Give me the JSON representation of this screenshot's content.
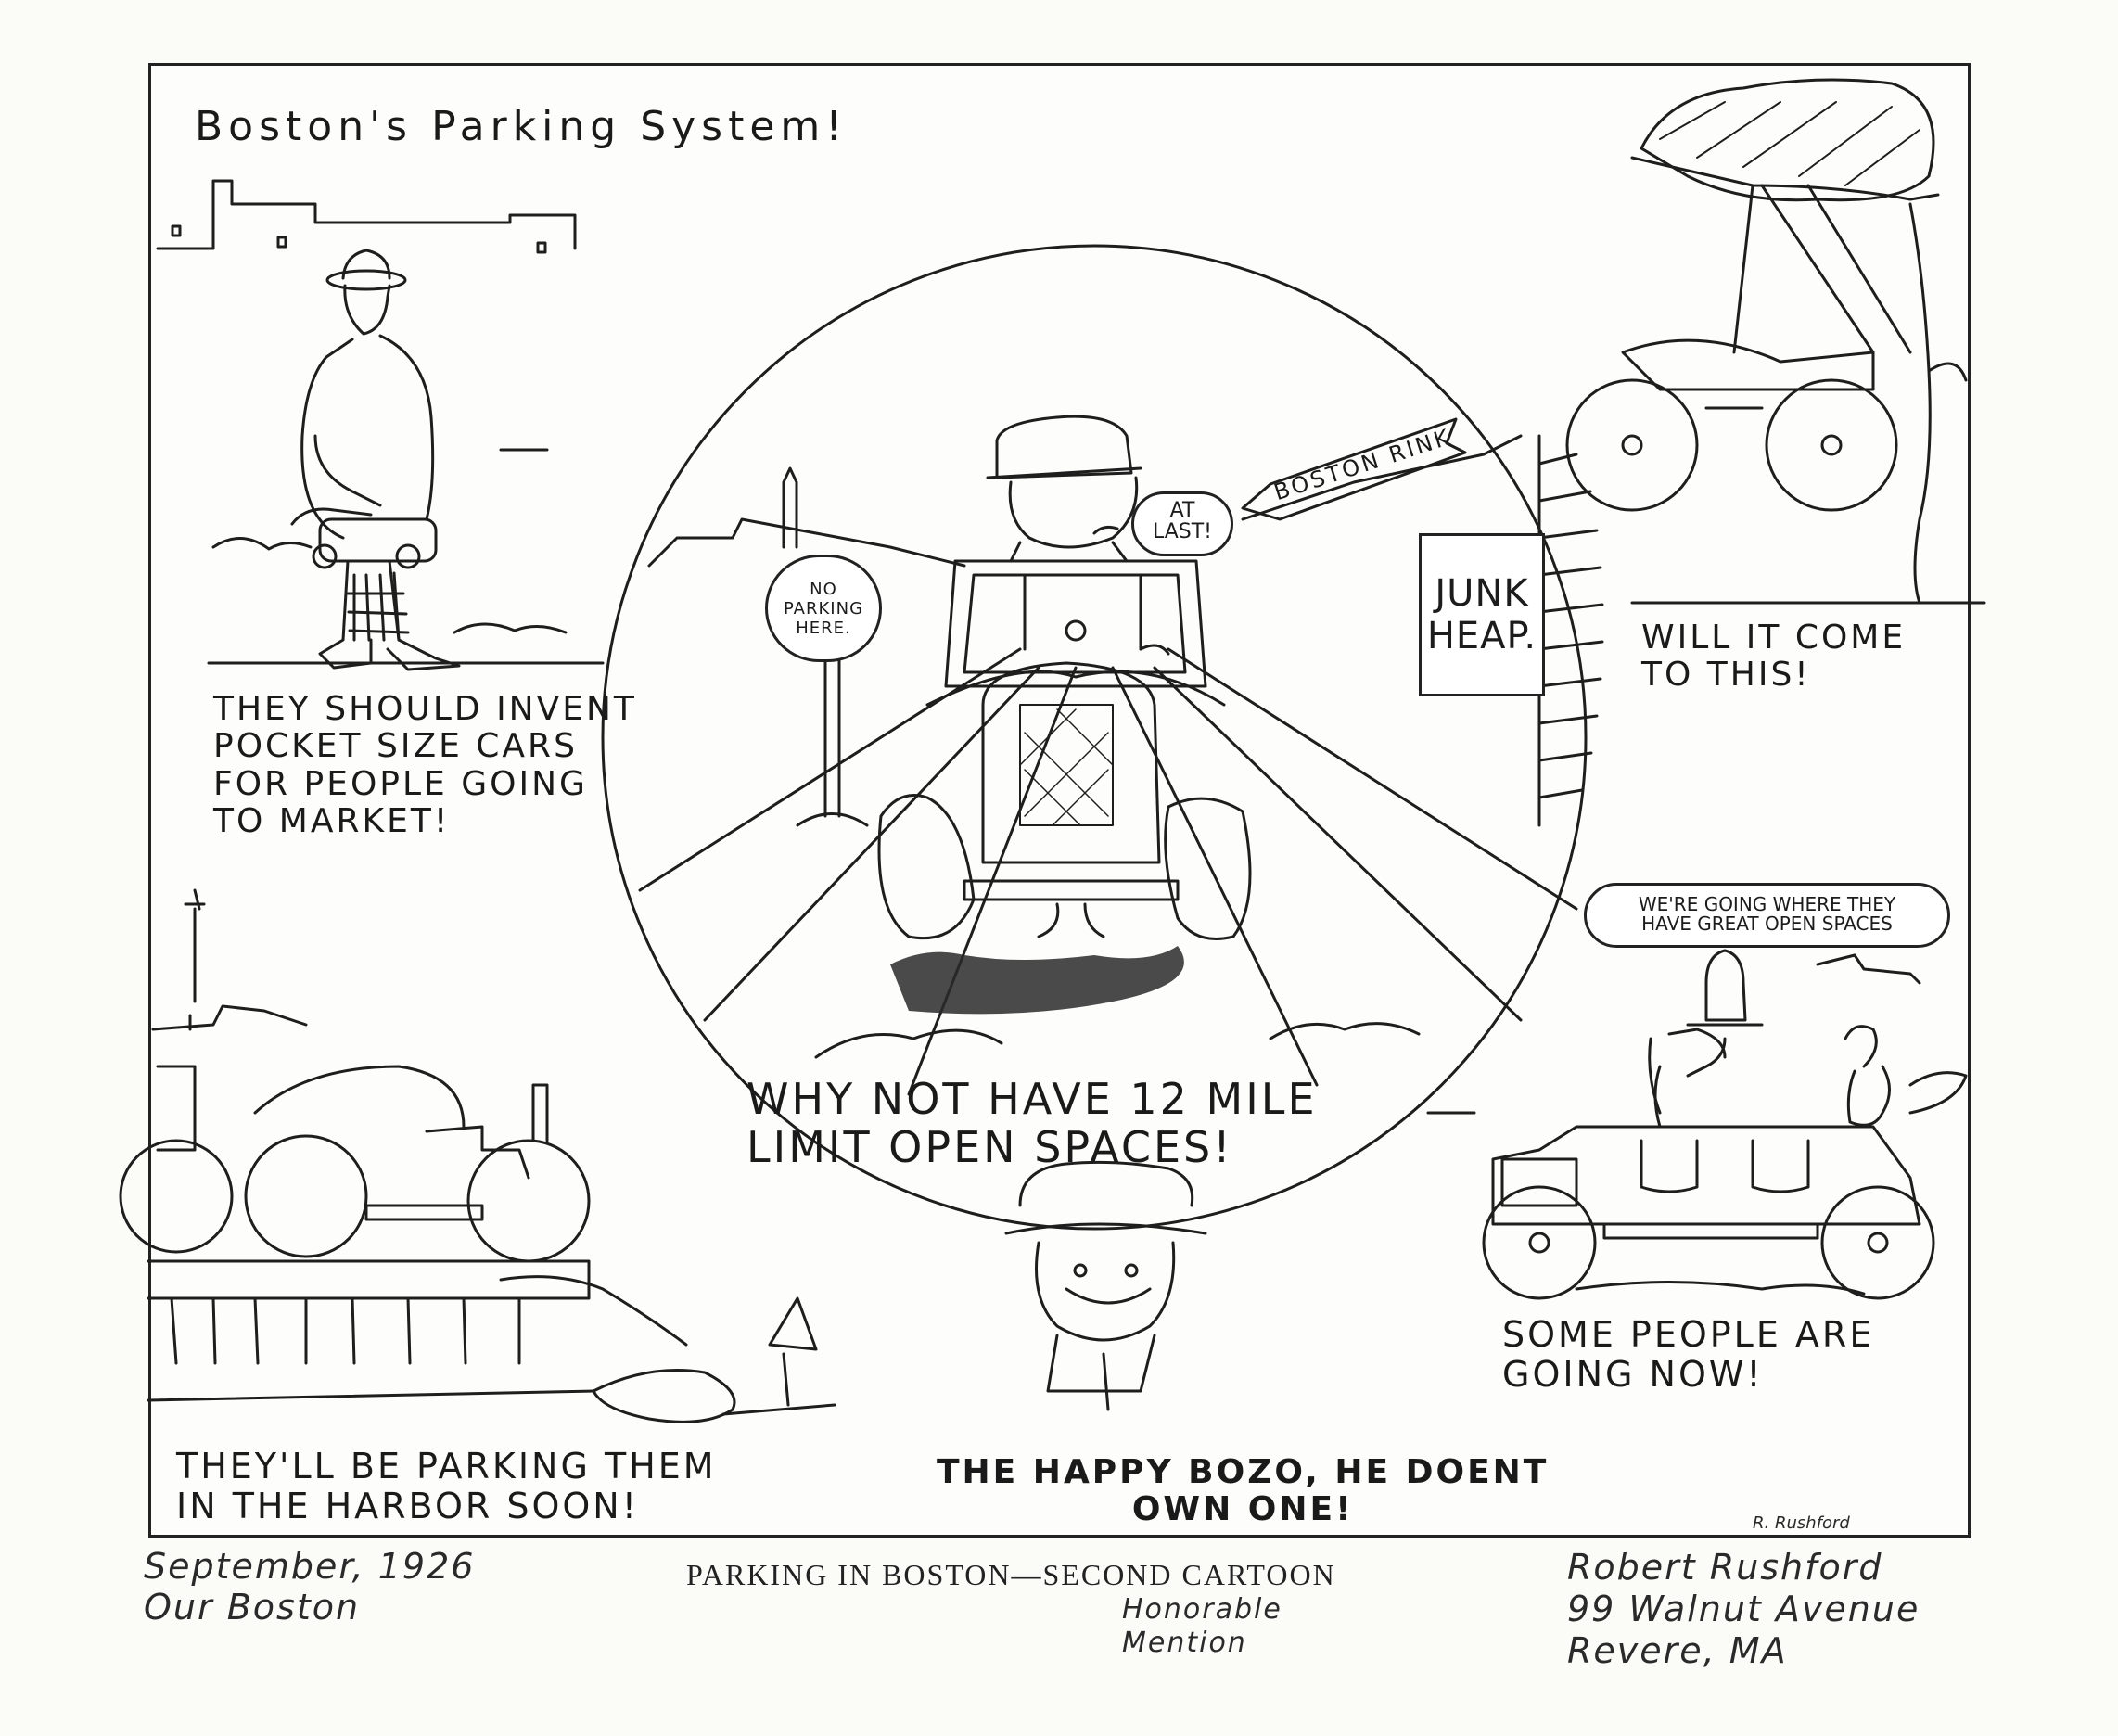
{
  "title": "Boston's Parking System!",
  "panels": {
    "pocket_car": {
      "caption": "They should invent\npocket size cars\nfor people going\nto market!"
    },
    "tree": {
      "caption": "Will it come\nto this!"
    },
    "center": {
      "sign_no_parking": "No\nParking\nHere.",
      "sign_junk": "Junk\nHeap.",
      "sign_arrow": "Boston Rink",
      "bubble": "At\nLast!",
      "caption": "Why not have 12 mile\nlimit open spaces!"
    },
    "going_now": {
      "bubble": "We're going where they\nhave great open spaces",
      "caption": "Some people are\ngoing now!"
    },
    "harbor": {
      "caption": "They'll be parking them\nin the harbor soon!"
    },
    "bozo": {
      "caption": "The happy Bozo, he doent\nown one!"
    }
  },
  "signature": "R. Rushford",
  "footer": {
    "date_note": "September, 1926\nOur Boston",
    "printed_title": "PARKING IN BOSTON—SECOND CARTOON",
    "honor_note": "Honorable\nMention",
    "address": "Robert Rushford\n99 Walnut Avenue\nRevere, MA"
  }
}
